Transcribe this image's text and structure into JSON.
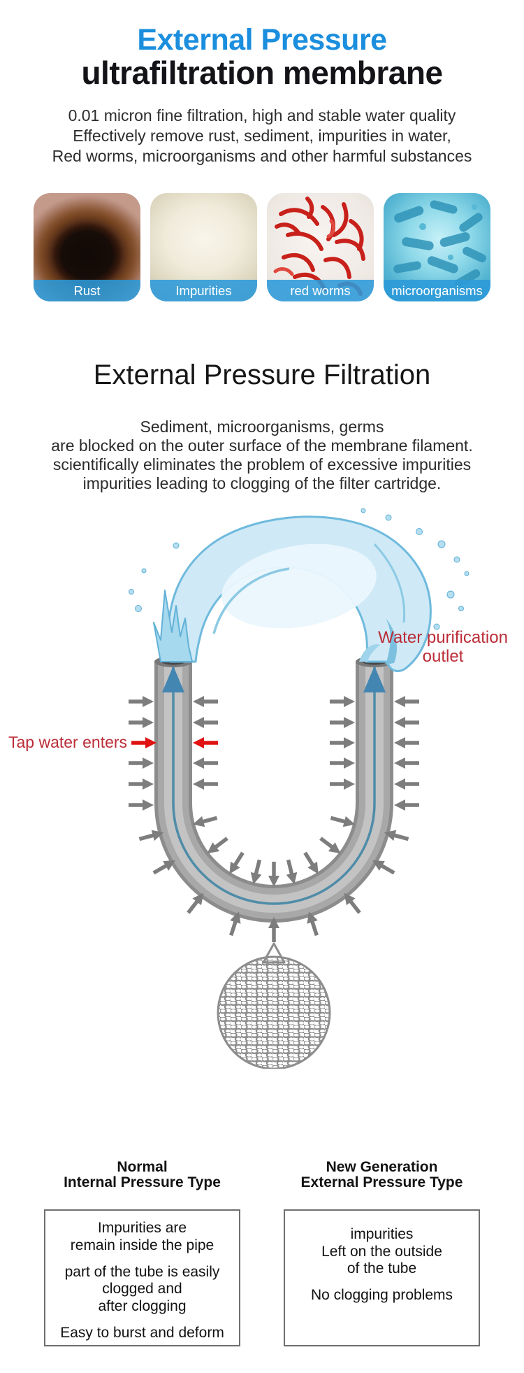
{
  "header": {
    "title_line1": "External Pressure",
    "title_line2": "ultrafiltration membrane",
    "subtitle": "0.01 micron fine filtration, high and stable water quality\nEffectively remove rust, sediment, impurities in water,\nRed worms, microorganisms and other harmful substances",
    "accent_color": "#1b8ede"
  },
  "tiles": [
    {
      "label": "Rust"
    },
    {
      "label": "Impurities"
    },
    {
      "label": "red worms"
    },
    {
      "label": "microorganisms"
    }
  ],
  "filtration": {
    "heading": "External Pressure Filtration",
    "description": "Sediment, microorganisms, germs\nare blocked on the outer surface of the membrane filament.\nscientifically eliminates the problem of excessive impurities\nimpurities leading to clogging of the filter cartridge."
  },
  "diagram": {
    "outlet_label": "Water purification\noutlet",
    "inlet_label": "Tap water enters",
    "label_color": "#bb2d38",
    "tube_color": "#8c8c8c",
    "membrane_line_color": "#4e8ca8",
    "pressure_arrow_color": "#7d7d7d",
    "inlet_arrow_color": "#e01212",
    "water_color": "#cfe9f6"
  },
  "comparison": {
    "left": {
      "heading": "Normal\nInternal Pressure Type",
      "paragraphs": [
        "Impurities are\nremain inside the pipe",
        "part of the tube is easily\nclogged and\nafter clogging",
        "Easy to burst and deform"
      ]
    },
    "right": {
      "heading": "New Generation\nExternal Pressure Type",
      "paragraphs": [
        "impurities\nLeft on the outside\nof the tube",
        "No clogging problems"
      ]
    }
  }
}
